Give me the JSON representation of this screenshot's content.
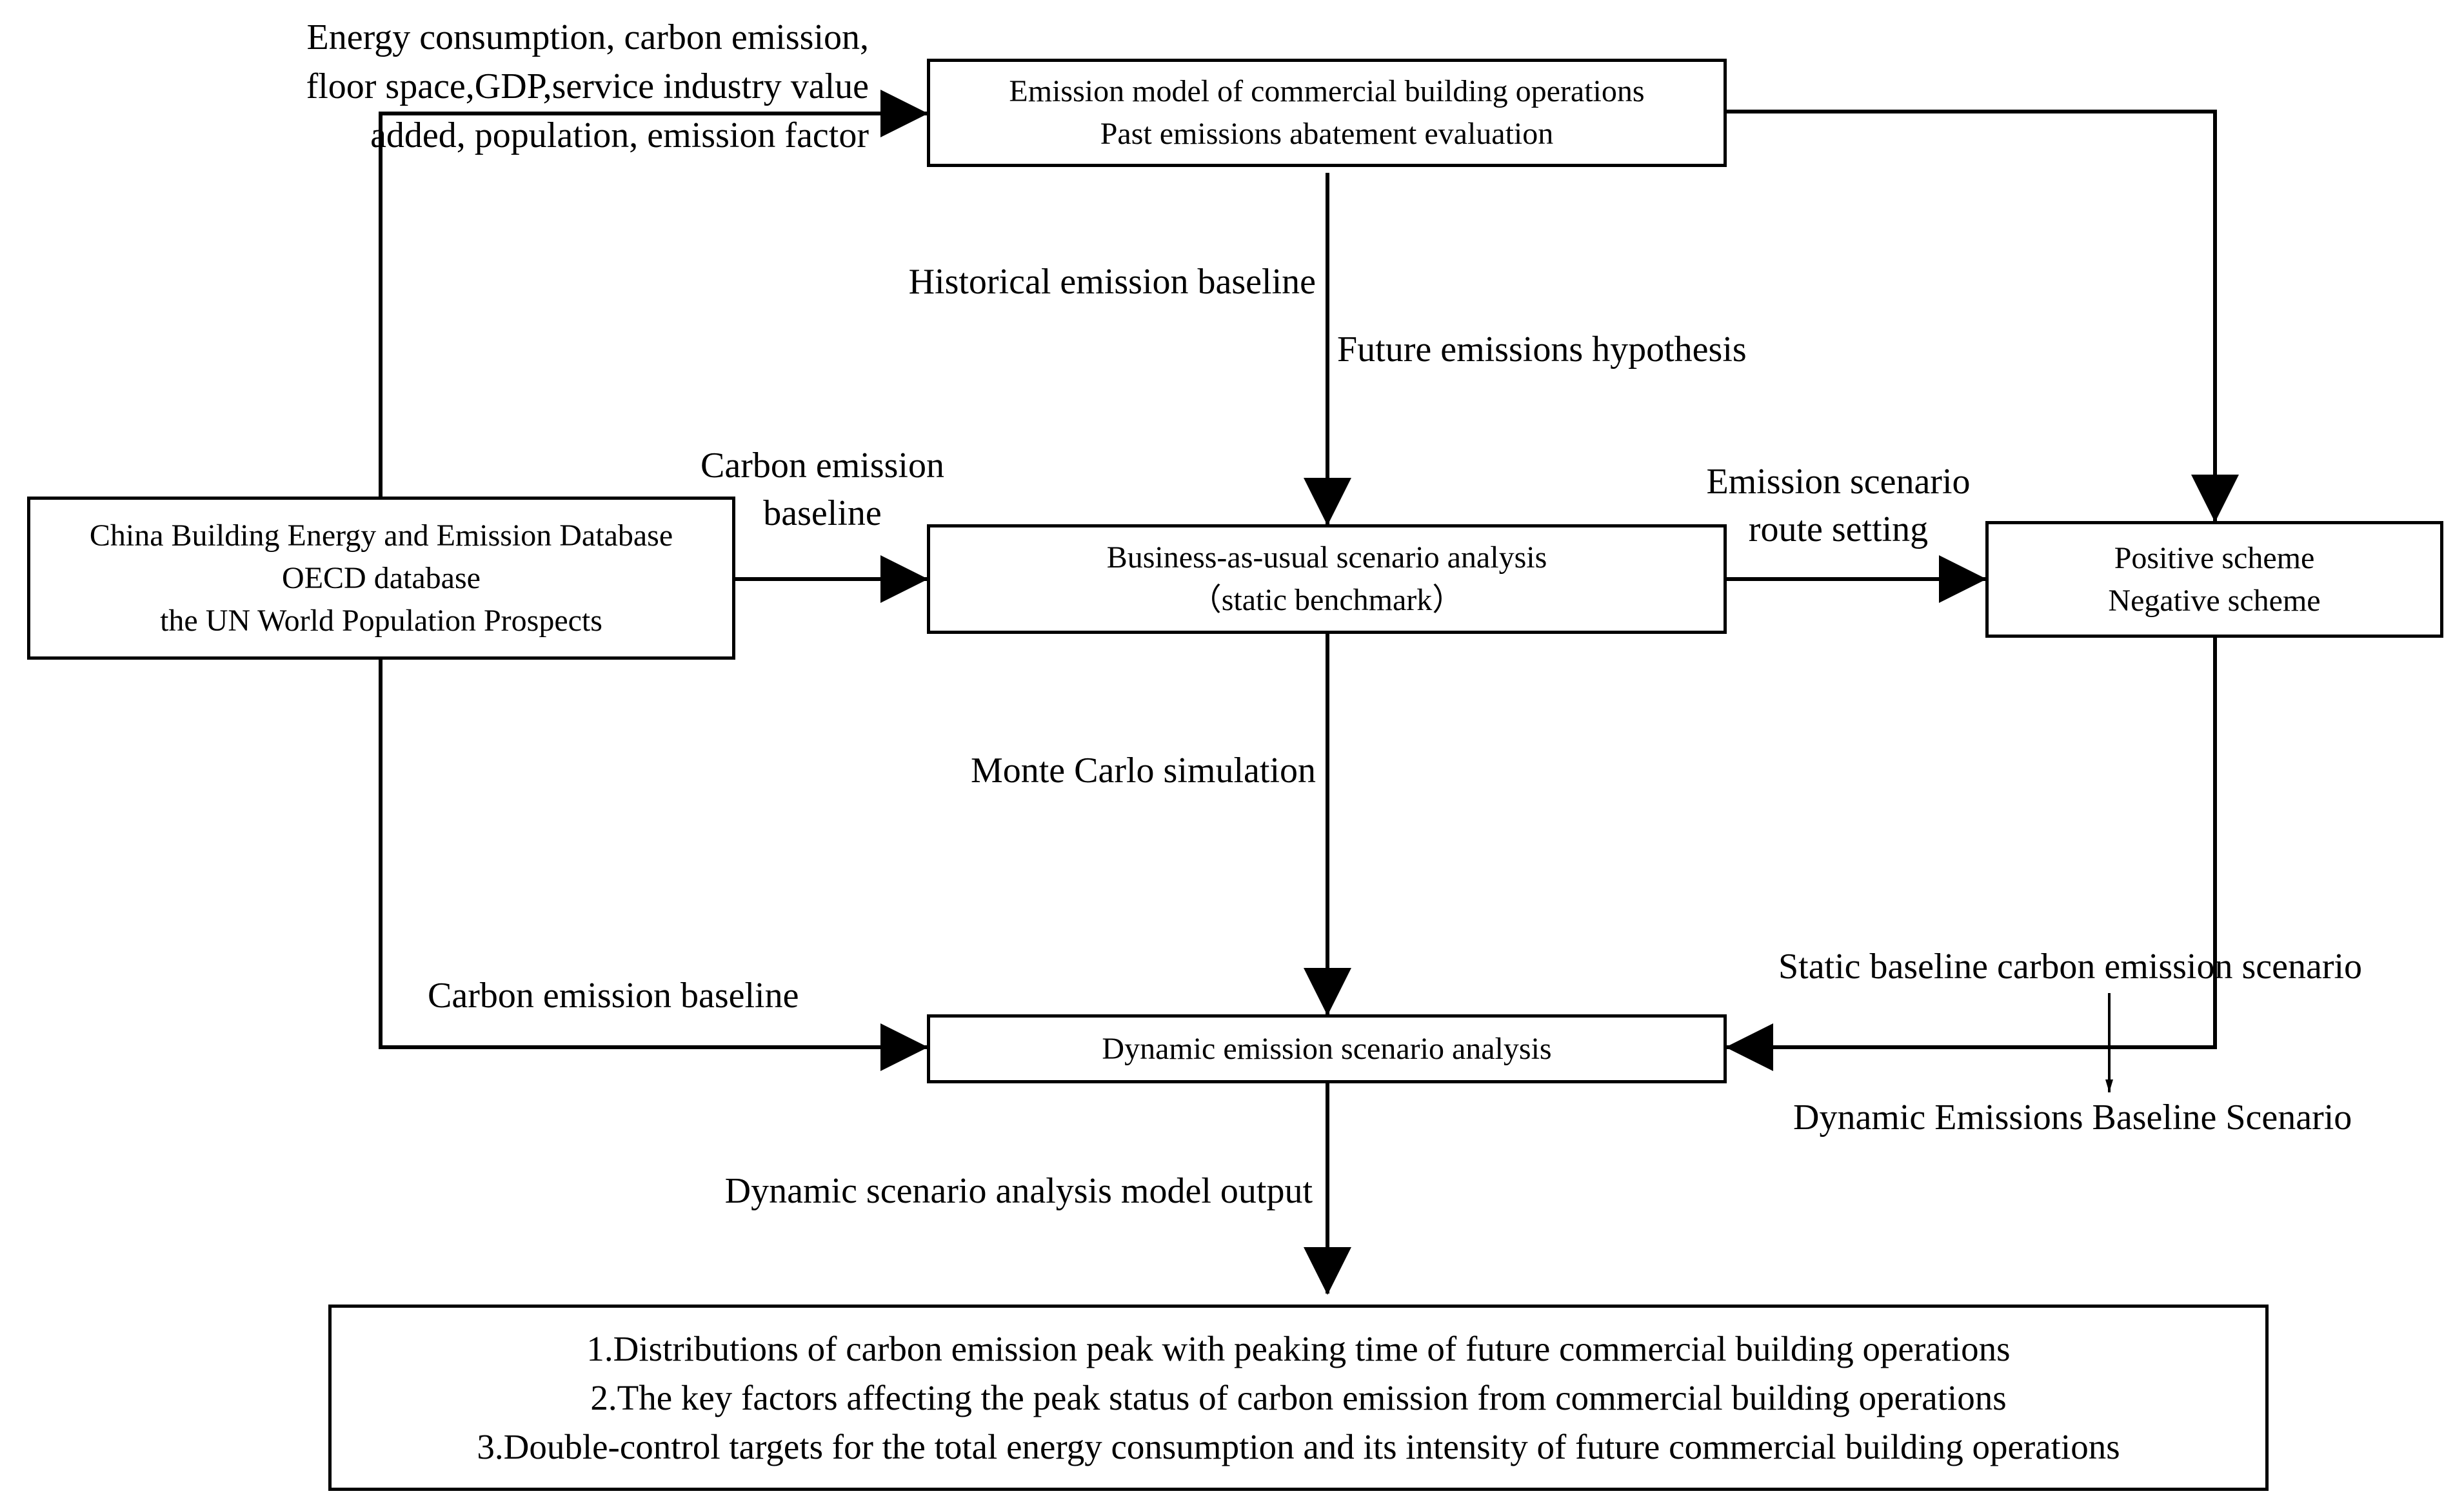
{
  "boxes": {
    "emission_model": {
      "line1": "Emission model of commercial building operations",
      "line2": "Past emissions abatement evaluation"
    },
    "database": {
      "line1": "China Building Energy and Emission Database",
      "line2": "OECD database",
      "line3": "the UN World Population Prospects"
    },
    "bau": {
      "line1": "Business-as-usual scenario analysis",
      "line2": "（static benchmark）"
    },
    "schemes": {
      "line1": "Positive scheme",
      "line2": "Negative scheme"
    },
    "dynamic": {
      "line1": "Dynamic emission scenario analysis"
    },
    "output": {
      "line1": "1.Distributions of carbon emission peak with peaking time of future commercial building operations",
      "line2": "2.The key factors affecting the peak status of carbon emission from commercial building operations",
      "line3": "3.Double-control targets for the total energy consumption and its intensity of future commercial building operations"
    }
  },
  "labels": {
    "inputs": {
      "line1": "Energy consumption, carbon emission,",
      "line2": "floor space,GDP,service industry value",
      "line3": "added, population, emission factor"
    },
    "historical_baseline": "Historical emission baseline",
    "future_hypothesis": "Future emissions hypothesis",
    "carbon_baseline_mid": {
      "line1": "Carbon emission",
      "line2": "baseline"
    },
    "route_setting": {
      "line1": "Emission scenario",
      "line2": "route setting"
    },
    "monte_carlo": "Monte Carlo simulation",
    "carbon_baseline_low": "Carbon emission baseline",
    "static_baseline": "Static baseline carbon emission scenario",
    "dynamic_baseline": "Dynamic Emissions Baseline Scenario",
    "model_output": "Dynamic scenario analysis model output"
  },
  "colors": {
    "line": "#000000",
    "background": "#ffffff"
  }
}
